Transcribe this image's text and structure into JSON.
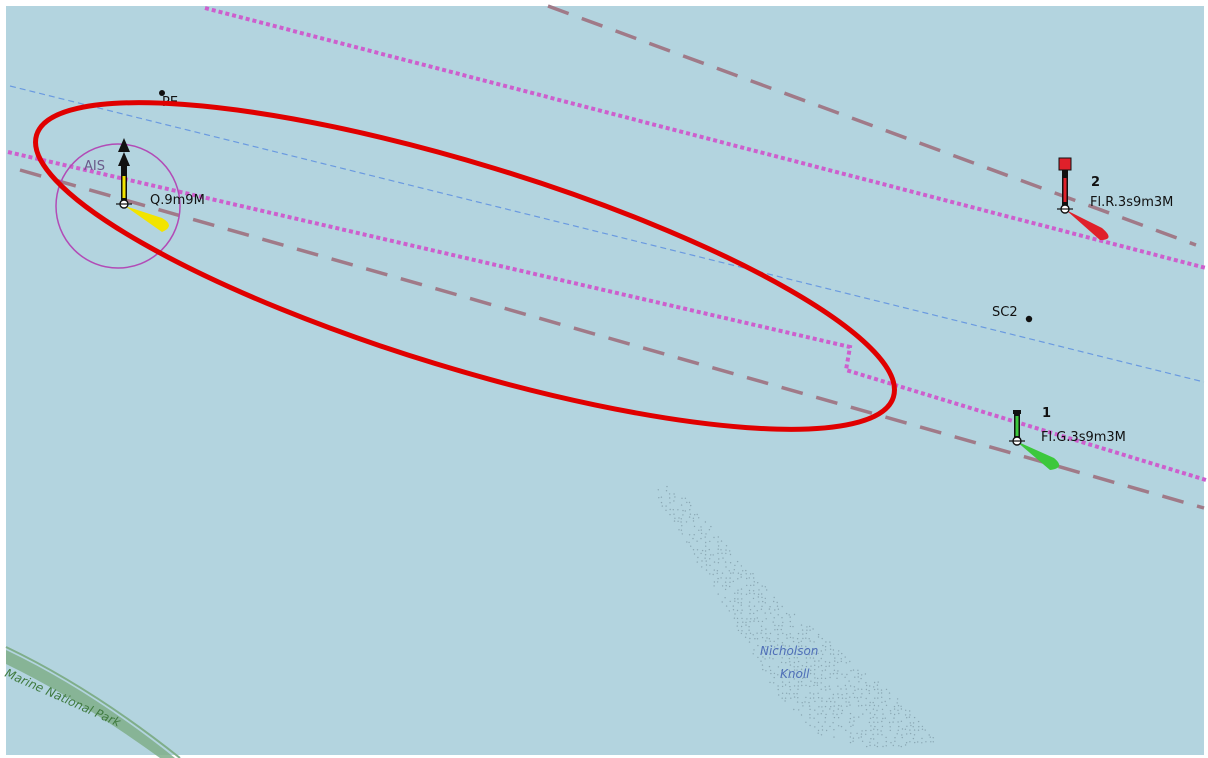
{
  "colors": {
    "sea": "#b3d4df",
    "frame": "#ffffff",
    "fairway_boundary": "#cd5fcd",
    "traffic_lane": "#a07a88",
    "route_line": "#6a9ae0",
    "highlight_ellipse": "#e00000",
    "port_mark": "#e0202a",
    "starboard_mark": "#3cc83c",
    "lead_light": "#f2e400",
    "ais_ring": "#b24bb6",
    "park_band": "#7fae8a",
    "shoal_stipple": "#8aa7b3"
  },
  "labels": {
    "pe": "PE",
    "sc2": "SC2",
    "ais": "AIS",
    "lead_light": "Q.9m9M",
    "port_number": "2",
    "port_light": "Fl.R.3s9m3M",
    "starboard_number": "1",
    "starboard_light": "Fl.G.3s9m3M",
    "shoal_name_1": "Nicholson",
    "shoal_name_2": "Knoll",
    "park_name": "Marine National Park"
  },
  "icons": {
    "lead_beacon": "beacon-with-topmark-icon",
    "port_beacon": "port-lateral-beacon-icon",
    "starboard_beacon": "starboard-lateral-beacon-icon",
    "light_flare": "light-flare-icon",
    "point": "point-marker-icon",
    "ais_target": "ais-target-ring-icon"
  }
}
